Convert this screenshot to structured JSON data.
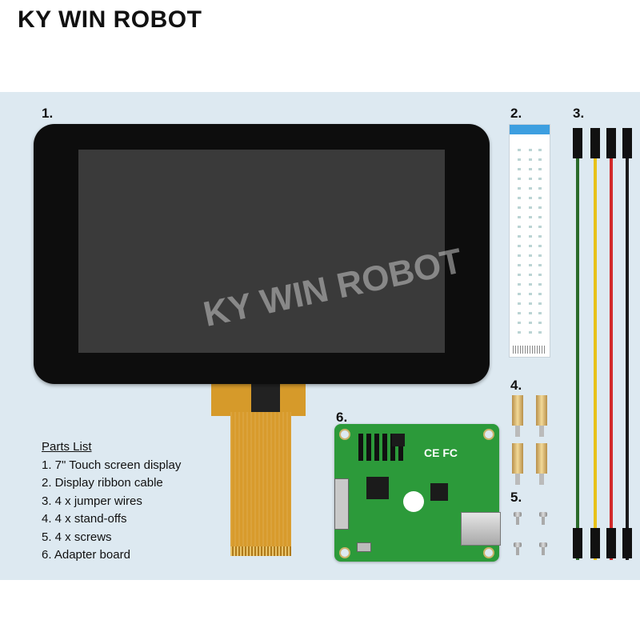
{
  "header": {
    "title": "KY WIN ROBOT"
  },
  "watermark": "KY WIN ROBOT",
  "labels": {
    "n1": "1.",
    "n2": "2.",
    "n3": "3.",
    "n4": "4.",
    "n5": "5.",
    "n6": "6."
  },
  "board": {
    "marks": "CE FC"
  },
  "parts_list": {
    "title": "Parts List",
    "items": [
      "1. 7\" Touch screen display",
      "2. Display ribbon cable",
      "3. 4 x jumper wires",
      "4. 4 x stand-offs",
      "5. 4 x screws",
      "6. Adapter board"
    ]
  },
  "colors": {
    "panel_background": "#dde9f1",
    "wire_colors": [
      "#2a6a2a",
      "#e8c21a",
      "#d22a2a",
      "#1a1a1a"
    ]
  }
}
